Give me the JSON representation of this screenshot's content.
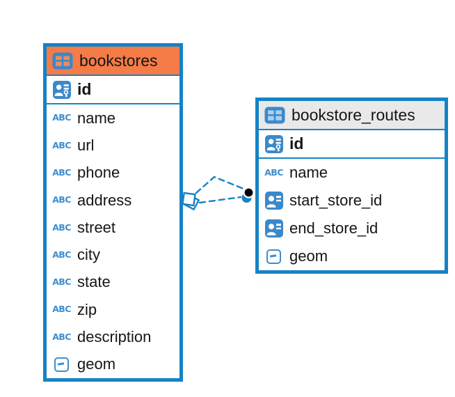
{
  "colors": {
    "accent_blue": "#1583C5",
    "icon_blue": "#3E8ECF",
    "icon_square_blue": "#3A89CB",
    "bookstores_header_orange": "#F57B47",
    "routes_header_gray": "#E9E9E9",
    "relation_dot_black": "#000000",
    "text": "#151515",
    "background": "#FFFFFF"
  },
  "icons": {
    "text_type_glyph": "ABC"
  },
  "diagram": {
    "tables": [
      {
        "name": "bookstores",
        "header_style": "orange",
        "primary_key": {
          "label": "id"
        },
        "columns": [
          {
            "label": "name",
            "type": "text"
          },
          {
            "label": "url",
            "type": "text"
          },
          {
            "label": "phone",
            "type": "text"
          },
          {
            "label": "address",
            "type": "text"
          },
          {
            "label": "street",
            "type": "text"
          },
          {
            "label": "city",
            "type": "text"
          },
          {
            "label": "state",
            "type": "text"
          },
          {
            "label": "zip",
            "type": "text"
          },
          {
            "label": "description",
            "type": "text"
          },
          {
            "label": "geom",
            "type": "geometry"
          }
        ]
      },
      {
        "name": "bookstore_routes",
        "header_style": "gray",
        "primary_key": {
          "label": "id"
        },
        "columns": [
          {
            "label": "name",
            "type": "text"
          },
          {
            "label": "start_store_id",
            "type": "reference"
          },
          {
            "label": "end_store_id",
            "type": "reference"
          },
          {
            "label": "geom",
            "type": "geometry"
          }
        ]
      }
    ],
    "relations": [
      {
        "from": "bookstores",
        "to": "bookstore_routes",
        "style": "dashed"
      },
      {
        "from": "bookstores",
        "to": "bookstore_routes",
        "style": "dashed"
      }
    ]
  }
}
